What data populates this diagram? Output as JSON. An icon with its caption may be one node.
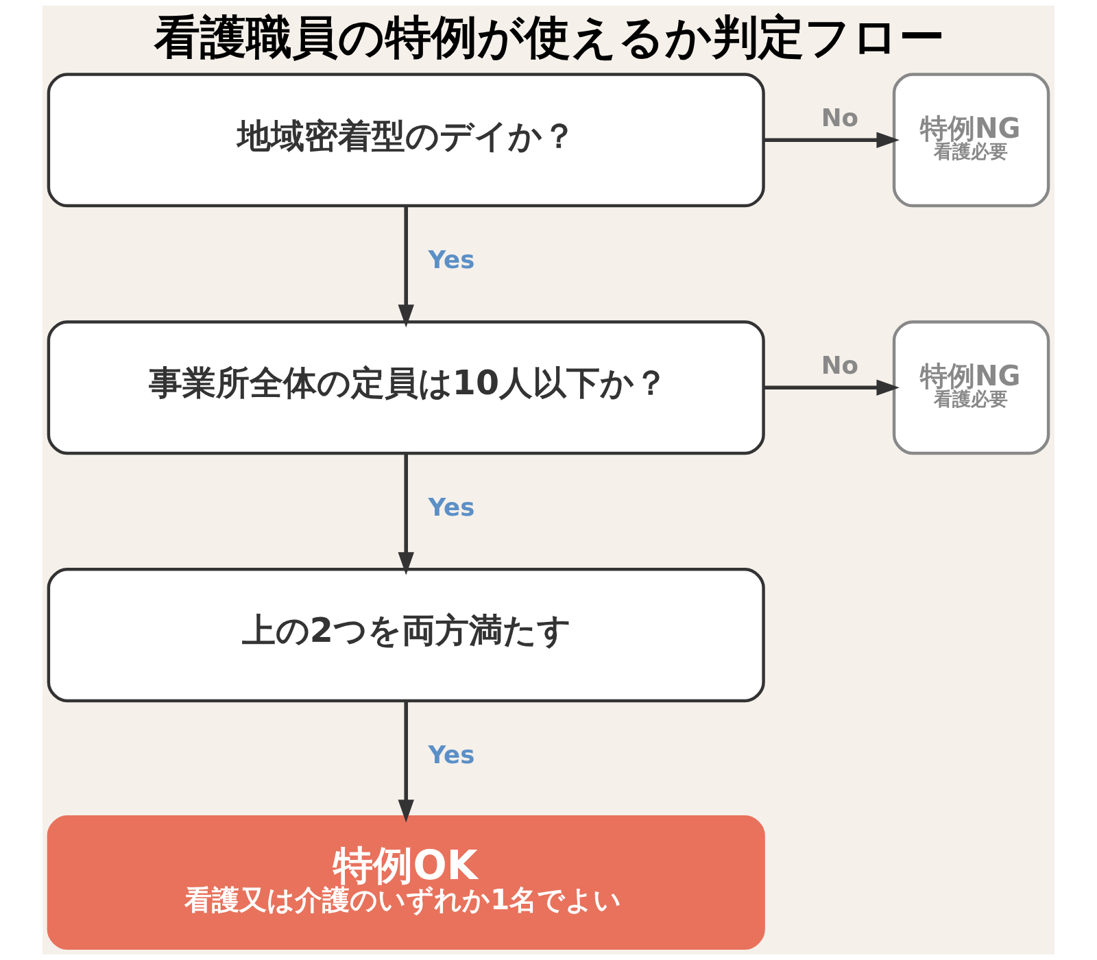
{
  "diagram": {
    "title": "看護職員の特例が使えるか判定フロー",
    "nodes": [
      {
        "text": [
          "地域密着型のデイか？"
        ]
      },
      {
        "text": [
          "特例NG",
          "看護必要"
        ]
      },
      {
        "text": [
          "事業所全体の定員は10人以下か？"
        ]
      },
      {
        "text": [
          "特例NG",
          "看護必要"
        ]
      },
      {
        "text": [
          "上の2つを両方満たす"
        ]
      },
      {
        "text": [
          "特例OK",
          "看護又は介護のいずれか1名でよい"
        ]
      }
    ],
    "edges": [
      {
        "from": 0,
        "to": 1,
        "arrow": "to",
        "label": "No"
      },
      {
        "from": 0,
        "to": 2,
        "arrow": "to",
        "label": "Yes"
      },
      {
        "from": 2,
        "to": 3,
        "arrow": "to",
        "label": "No"
      },
      {
        "from": 2,
        "to": 4,
        "arrow": "to",
        "label": "Yes"
      },
      {
        "from": 4,
        "to": 5,
        "arrow": "to",
        "label": "Yes"
      }
    ]
  }
}
